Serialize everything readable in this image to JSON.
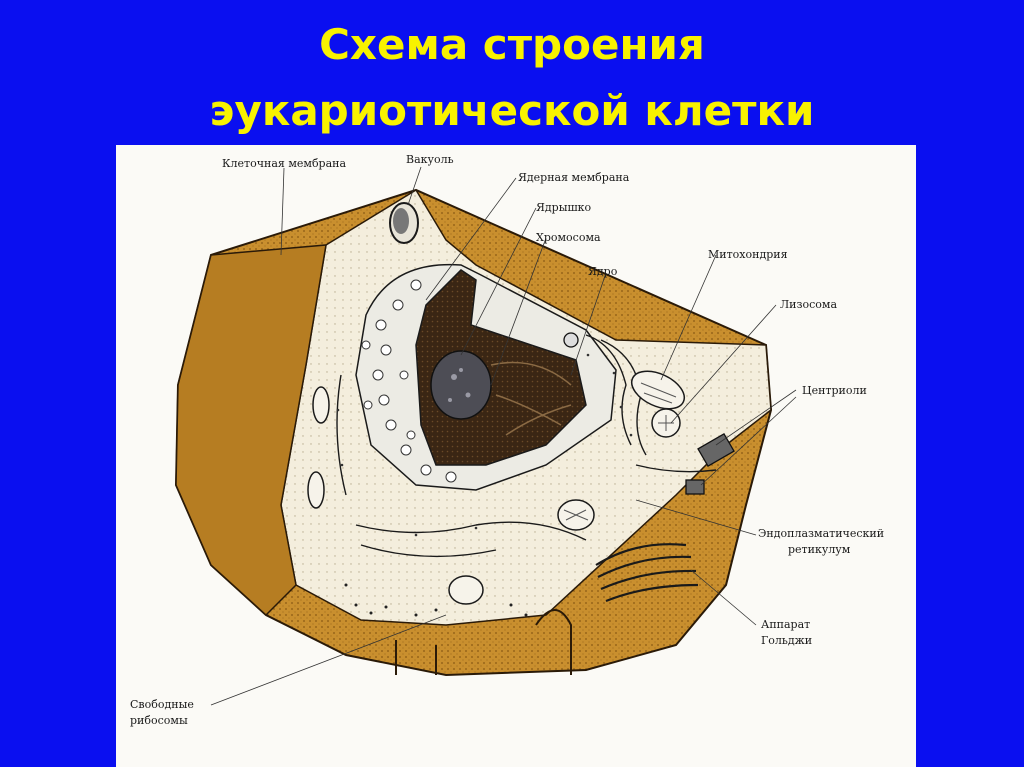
{
  "title": {
    "line1": "Схема строения",
    "line2": "эукариотической клетки"
  },
  "labels": {
    "cell_membrane": "Клеточная мембрана",
    "vacuole": "Вакуоль",
    "nuclear_membrane": "Ядерная мембрана",
    "nucleolus": "Ядрышко",
    "chromosome": "Хромосома",
    "nucleus": "Ядро",
    "mitochondrion": "Митохондрия",
    "lysosome": "Лизосома",
    "centrioles": "Центриоли",
    "er_line1": "Эндоплазматический",
    "er_line2": "ретикулум",
    "golgi_line1": "Аппарат",
    "golgi_line2": "Гольджи",
    "ribosomes_line1": "Свободные",
    "ribosomes_line2": "рибосомы"
  },
  "colors": {
    "background": "#0a0ff0",
    "title": "#f8f200",
    "cytoplasm": "#c98f2e",
    "nucleus": "#3a2614"
  }
}
